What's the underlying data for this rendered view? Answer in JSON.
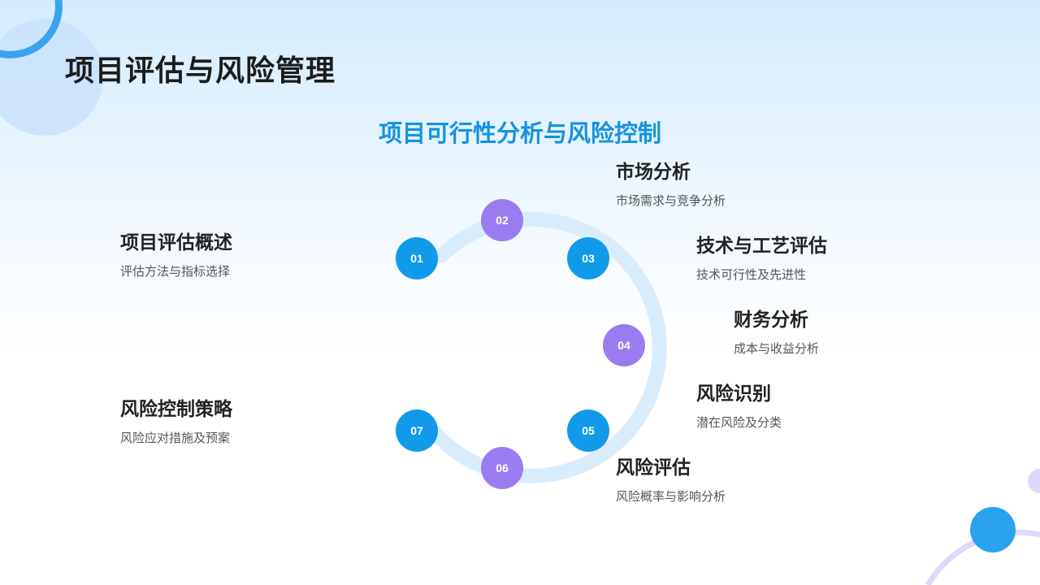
{
  "page_title": "项目评估与风险管理",
  "subtitle": "项目可行性分析与风险控制",
  "colors": {
    "blue": "#129aea",
    "purple": "#9b7cf0",
    "ring": "#d9ecfb",
    "title": "#1c1c1c",
    "subtitle": "#1593e0"
  },
  "nodes": [
    {
      "num": "01",
      "color": "blue"
    },
    {
      "num": "02",
      "color": "purple"
    },
    {
      "num": "03",
      "color": "blue"
    },
    {
      "num": "04",
      "color": "purple"
    },
    {
      "num": "05",
      "color": "blue"
    },
    {
      "num": "06",
      "color": "purple"
    },
    {
      "num": "07",
      "color": "blue"
    }
  ],
  "items": [
    {
      "title": "项目评估概述",
      "desc": "评估方法与指标选择"
    },
    {
      "title": "市场分析",
      "desc": "市场需求与竞争分析"
    },
    {
      "title": "技术与工艺评估",
      "desc": "技术可行性及先进性"
    },
    {
      "title": "财务分析",
      "desc": "成本与收益分析"
    },
    {
      "title": "风险识别",
      "desc": "潜在风险及分类"
    },
    {
      "title": "风险评估",
      "desc": "风险概率与影响分析"
    },
    {
      "title": "风险控制策略",
      "desc": "风险应对措施及预案"
    }
  ]
}
